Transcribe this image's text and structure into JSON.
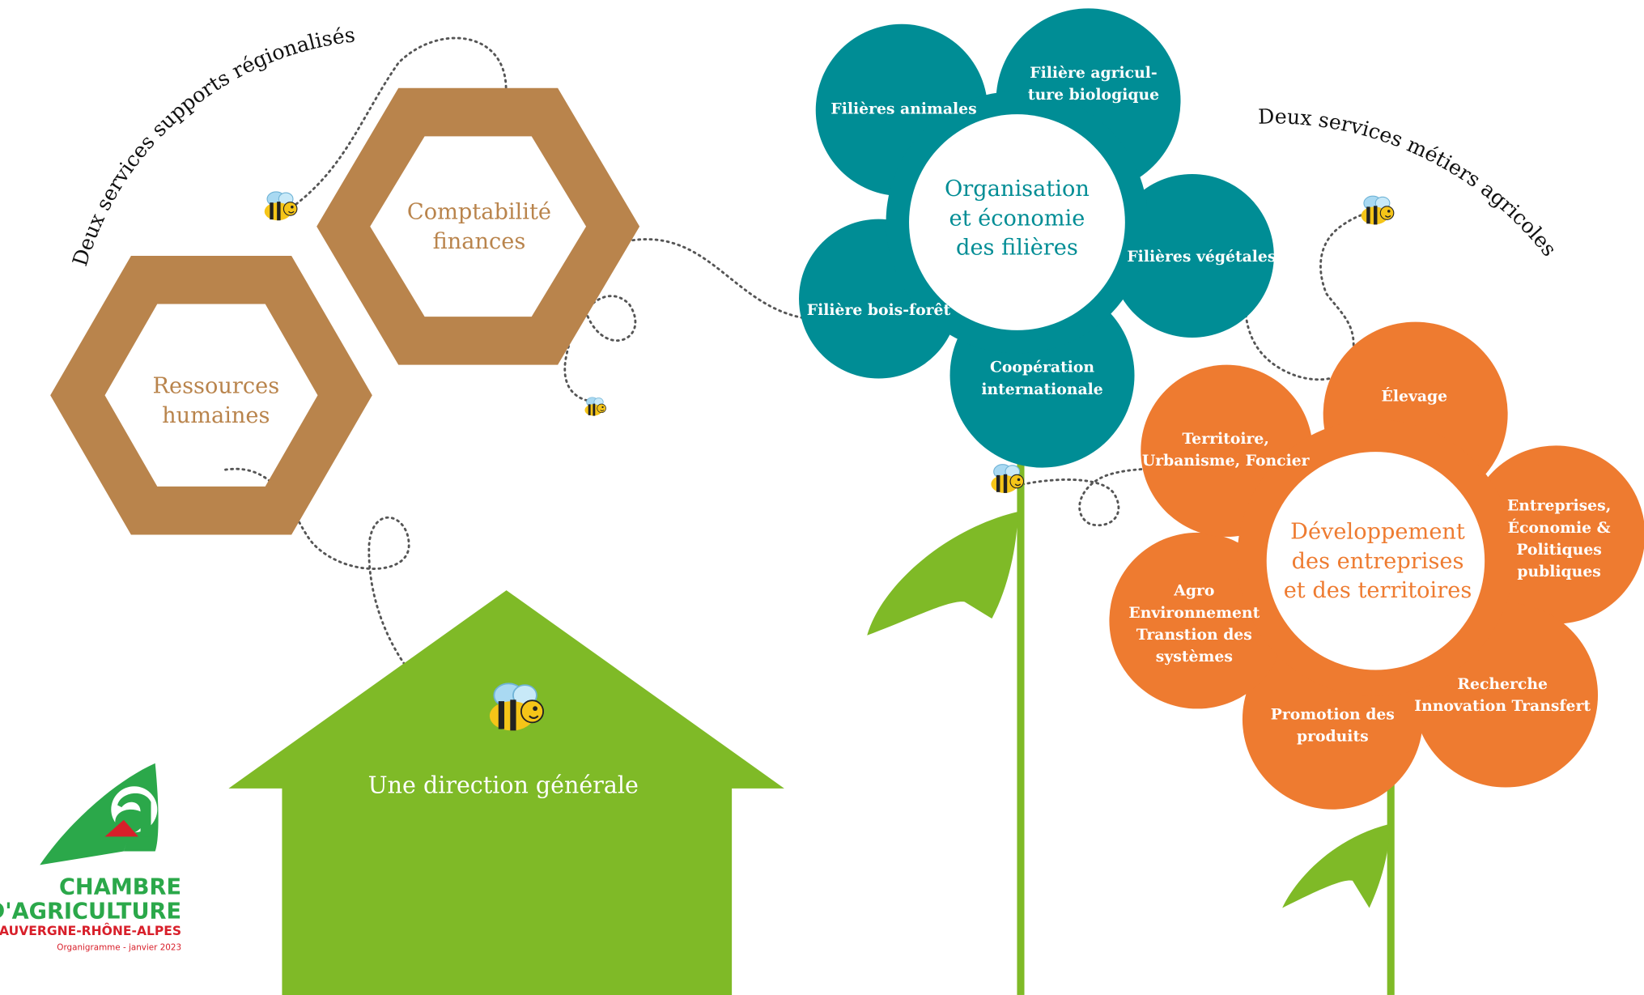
{
  "colors": {
    "hexagon": "#b9844c",
    "teal_flower": "#008d95",
    "orange_flower": "#ee7b30",
    "green": "#7fba27",
    "logo_green": "#2ba84a",
    "logo_red": "#d81f2a",
    "background": "#ffffff"
  },
  "arcs": {
    "left_title": "Deux services supports régionalisés",
    "right_title": "Deux services métiers agricoles"
  },
  "hexagons": {
    "comptabilite": "Comptabilité\nfinances",
    "ressources": "Ressources\nhumaines"
  },
  "house": {
    "label": "Une direction générale"
  },
  "teal_flower": {
    "center": "Organisation\net économie\ndes filières",
    "petals": {
      "animales": "Filières animales",
      "bio": "Filière agricul-\nture biologique",
      "vegetales": "Filières végétales",
      "cooperation": "Coopération\ninternationale",
      "bois": "Filière bois-forêt"
    }
  },
  "orange_flower": {
    "center": "Développement\ndes entreprises\net des territoires",
    "petals": {
      "elevage": "Élevage",
      "entreprises": "Entreprises,\nÉconomie &\nPolitiques\npubliques",
      "recherche": "Recherche\nInnovation Transfert",
      "promotion": "Promotion des\nproduits",
      "agro": "Agro\nEnvironnement\nTranstion des\nsystèmes",
      "territoire": "Territoire,\nUrbanisme, Foncier"
    }
  },
  "logo": {
    "line1": "CHAMBRE",
    "line2": "D'AGRICULTURE",
    "line3": "AUVERGNE-RHÔNE-ALPES",
    "line4": "Organigramme - janvier 2023"
  },
  "icons": [
    "bee-icon",
    "logo-mark-icon"
  ]
}
